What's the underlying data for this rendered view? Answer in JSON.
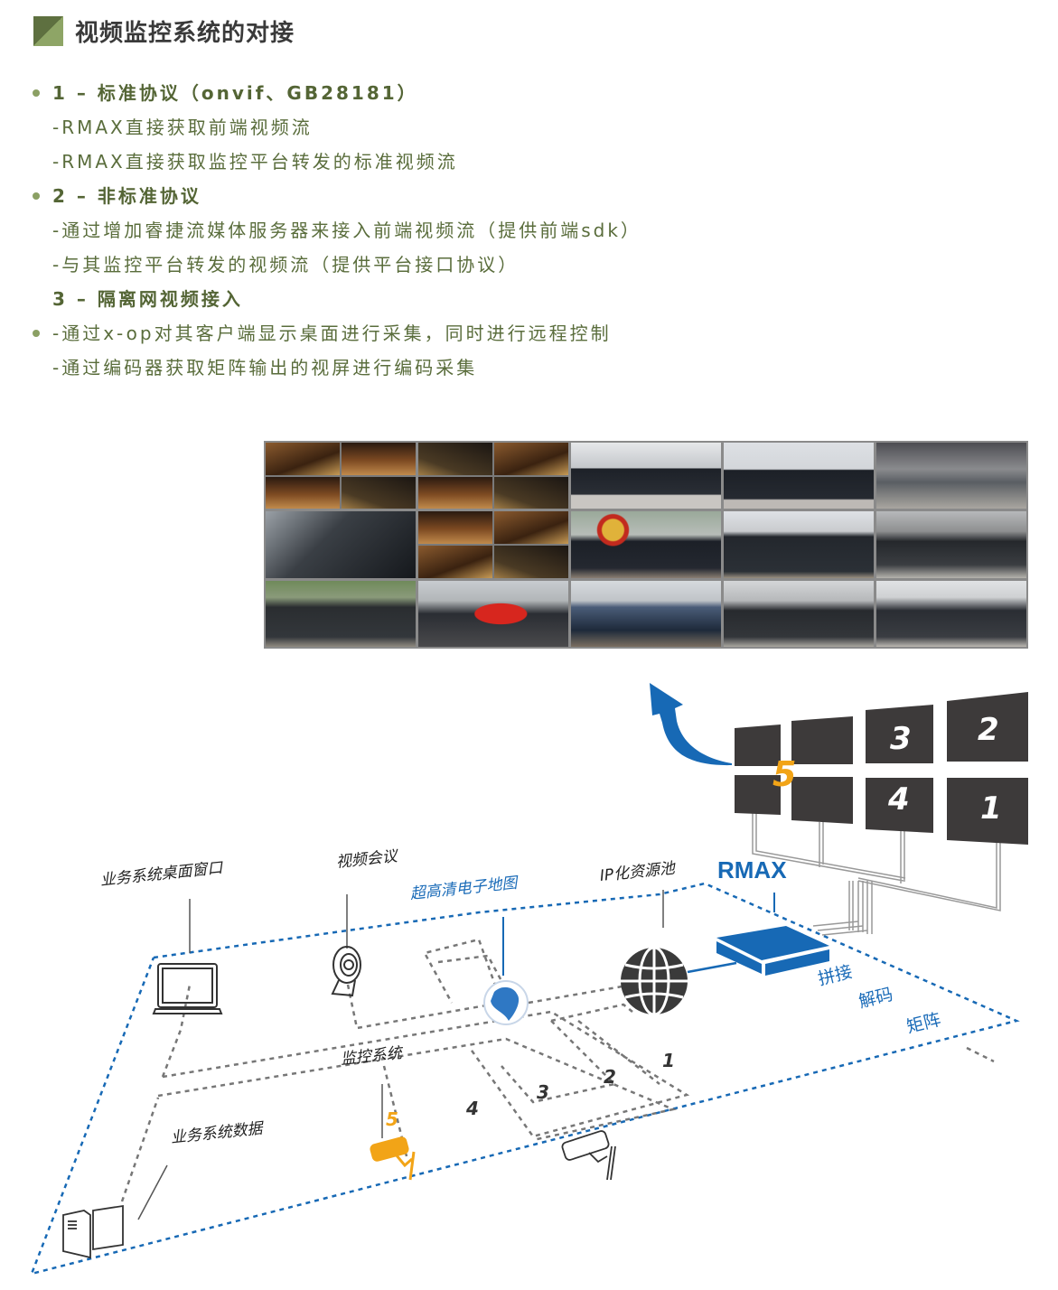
{
  "header": {
    "title": "视频监控系统的对接",
    "accent_colors": [
      "#5e7040",
      "#8ea566"
    ]
  },
  "list": [
    {
      "type": "heading",
      "bullet": true,
      "text": "1 – 标准协议（onvif、GB28181）"
    },
    {
      "type": "item",
      "bullet": false,
      "text": "-RMAX直接获取前端视频流"
    },
    {
      "type": "item",
      "bullet": false,
      "text": "-RMAX直接获取监控平台转发的标准视频流"
    },
    {
      "type": "heading",
      "bullet": true,
      "text": "2 – 非标准协议"
    },
    {
      "type": "item",
      "bullet": false,
      "text": "-通过增加睿捷流媒体服务器来接入前端视频流（提供前端sdk）"
    },
    {
      "type": "item",
      "bullet": false,
      "text": "-与其监控平台转发的视频流（提供平台接口协议）"
    },
    {
      "type": "heading",
      "bullet": false,
      "text": "3 – 隔离网视频接入"
    },
    {
      "type": "item",
      "bullet": true,
      "text": "-通过x-op对其客户端显示桌面进行采集，同时进行远程控制"
    },
    {
      "type": "item",
      "bullet": false,
      "text": "-通过编码器获取矩阵输出的视屏进行编码采集"
    }
  ],
  "video_wall": {
    "tiles": [
      {
        "name": "museum-hall-quad-1",
        "subtiles": 4
      },
      {
        "name": "museum-hall-quad-2",
        "subtiles": 4
      },
      {
        "name": "police-march-street"
      },
      {
        "name": "police-salute-formation"
      },
      {
        "name": "riot-drill-smoke"
      },
      {
        "name": "swat-tunnel"
      },
      {
        "name": "museum-exhibits-quad",
        "subtiles": 4
      },
      {
        "name": "police-formation-emblem"
      },
      {
        "name": "riot-shields-line"
      },
      {
        "name": "swat-police-vehicle"
      },
      {
        "name": "armored-vehicles-formation"
      },
      {
        "name": "flag-march"
      },
      {
        "name": "police-salute-march"
      },
      {
        "name": "swat-police-shield"
      },
      {
        "name": "swat-arrest-drill"
      }
    ]
  },
  "diagram": {
    "labels": {
      "desktop_window": "业务系统桌面窗口",
      "video_conference": "视频会议",
      "hd_map": "超高清电子地图",
      "ip_pool": "IP化资源池",
      "rmax": "RMAX",
      "monitoring": "监控系统",
      "business_data": "业务系统数据",
      "splice": "拼接",
      "decode": "解码",
      "matrix": "矩阵"
    },
    "screen_numbers": {
      "s5": "5",
      "s3": "3",
      "s2": "2",
      "s4": "4",
      "s1": "1"
    },
    "floor_numbers": {
      "n1": "1",
      "n2": "2",
      "n3": "3",
      "n4": "4",
      "n5": "5"
    },
    "colors": {
      "blue": "#1769b5",
      "orange": "#f2a417",
      "screen": "#3d3a3a",
      "dash_gray": "#777777"
    }
  }
}
